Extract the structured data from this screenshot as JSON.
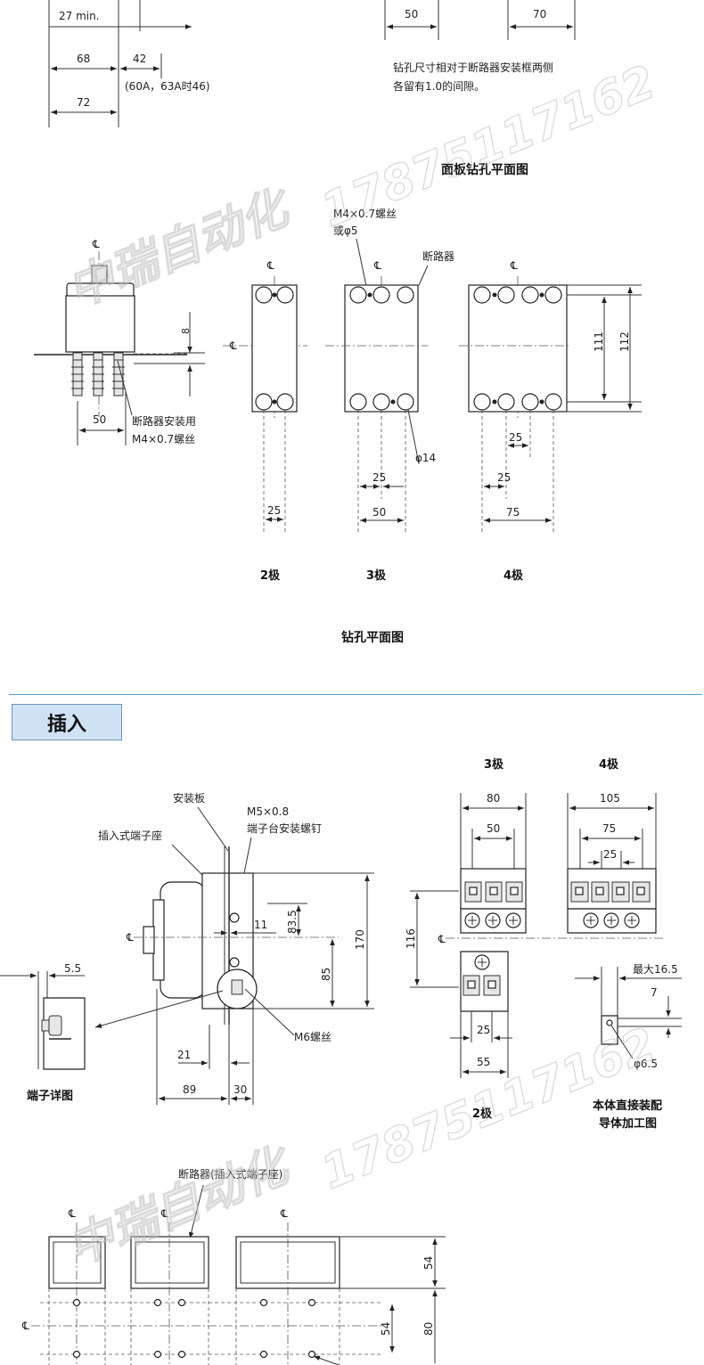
{
  "top_section": {
    "dims": {
      "d27min": "27 min.",
      "d68": "68",
      "d42": "42",
      "d42_note": "(60A，63A时46)",
      "d72": "72",
      "d50": "50",
      "d70": "70"
    },
    "drill_note_line1": "钻孔尺寸相对于断路器安装框两侧",
    "drill_note_line2": "各留有1.0的间隙。",
    "panel_drilling_title": "面板钻孔平面图"
  },
  "mount_section": {
    "centerline_symbol": "℄",
    "screw_label_line1": "M4×0.7螺丝",
    "screw_label_line2": "或φ5",
    "breaker_label": "断路器",
    "dim_8": "8",
    "dim_50": "50",
    "mount_screw_line1": "断路器安装用",
    "mount_screw_line2": "M4×0.7螺丝",
    "dim_111": "111",
    "dim_112": "112",
    "dim_phi14": "φ14",
    "pole2": {
      "label": "2极",
      "dim": "25"
    },
    "pole3": {
      "label": "3极",
      "dim_inner": "25",
      "dim_outer": "50"
    },
    "pole4": {
      "label": "4极",
      "dim_a": "25",
      "dim_b": "25",
      "dim_outer": "75"
    },
    "drilling_title": "钻孔平面图"
  },
  "plugin_section": {
    "header": "插入",
    "mount_plate": "安装板",
    "plugin_socket": "插入式端子座",
    "m5_line1": "M5×0.8",
    "m5_line2": "端子台安装螺钉",
    "dims": {
      "d11": "11",
      "d83_5": "83.5",
      "d85": "85",
      "d170": "170",
      "d21": "21",
      "d89": "89",
      "d30": "30",
      "d5_5": "5.5"
    },
    "m6_label": "M6螺丝",
    "terminal_detail": "端子详图",
    "pole3": {
      "label": "3极",
      "d80": "80",
      "d50": "50"
    },
    "pole4": {
      "label": "4极",
      "d105": "105",
      "d75": "75",
      "d25": "25"
    },
    "pole2": {
      "label": "2极",
      "d25": "25",
      "d55": "55"
    },
    "d116": "116",
    "max_label": "最大16.5",
    "d7": "7",
    "d6_5": "φ6.5",
    "conductor_line1": "本体直接装配",
    "conductor_line2": "导体加工图",
    "bottom_label": "断路器(插入式端子座)",
    "bottom_dims": {
      "d54a": "54",
      "d54b": "54",
      "d80": "80"
    }
  },
  "watermark": {
    "company": "中瑞自动化",
    "phone": "17875117162"
  }
}
